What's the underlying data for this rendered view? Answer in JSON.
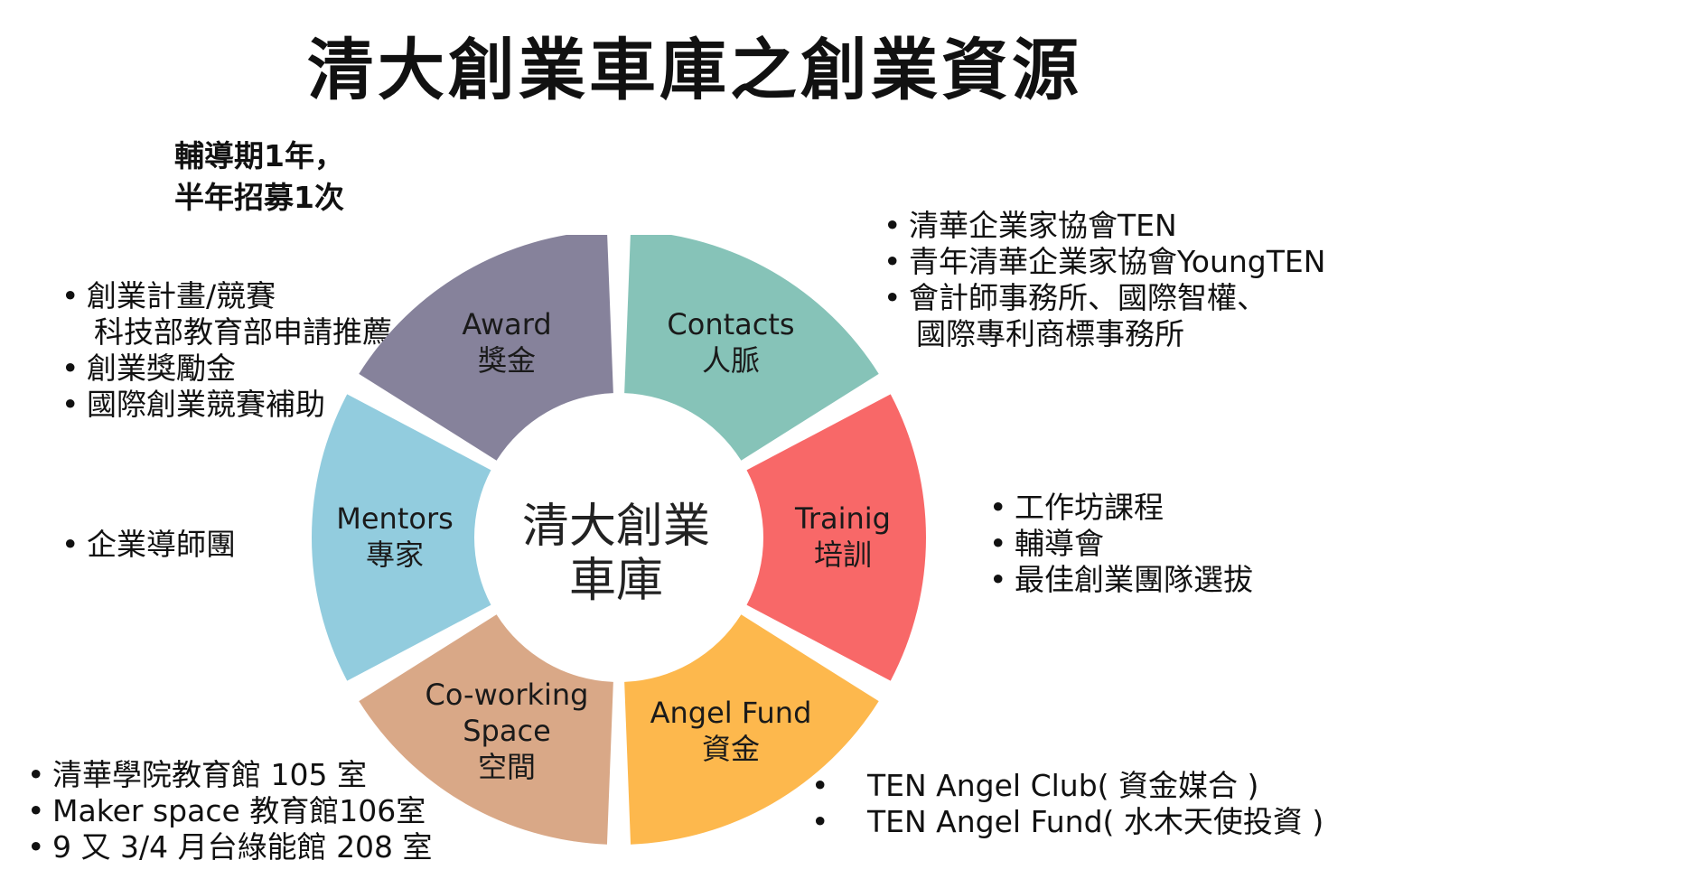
{
  "title": "清大創業車庫之創業資源",
  "note": {
    "line1": "輔導期1年，",
    "line2": "半年招募1次"
  },
  "center": {
    "line1": "清大創業",
    "line2": "車庫"
  },
  "segments": [
    {
      "key": "contacts",
      "label_en": "Contacts",
      "label_zh": "人脈",
      "color": "#86C3B8"
    },
    {
      "key": "training",
      "label_en": "Trainig",
      "label_zh": "培訓",
      "color": "#F86868"
    },
    {
      "key": "angel",
      "label_en": "Angel Fund",
      "label_zh": "資金",
      "color": "#FDB84D"
    },
    {
      "key": "coworking",
      "label_en": "Co-working",
      "label_en2": "Space",
      "label_zh": "空間",
      "color": "#D9A887"
    },
    {
      "key": "mentors",
      "label_en": "Mentors",
      "label_zh": "專家",
      "color": "#92CCDE"
    },
    {
      "key": "award",
      "label_en": "Award",
      "label_zh": "獎金",
      "color": "#86829B"
    }
  ],
  "lists": {
    "award": [
      "創業計畫/競賽",
      "科技部教育部申請推薦",
      "創業獎勵金",
      "國際創業競賽補助"
    ],
    "contacts": [
      "清華企業家協會TEN",
      "青年清華企業家協會YoungTEN",
      "會計師事務所、國際智權、",
      "國際專利商標事務所"
    ],
    "training": [
      "工作坊課程",
      "輔導會",
      "最佳創業團隊選拔"
    ],
    "mentors": [
      "企業導師團"
    ],
    "coworking": [
      "清華學院教育館 105 室",
      "Maker space 教育館106室",
      "9 又 3/4 月台綠能館 208 室"
    ],
    "angel": [
      "TEN Angel Club( 資金媒合 )",
      "TEN Angel Fund( 水木天使投資 )"
    ]
  }
}
